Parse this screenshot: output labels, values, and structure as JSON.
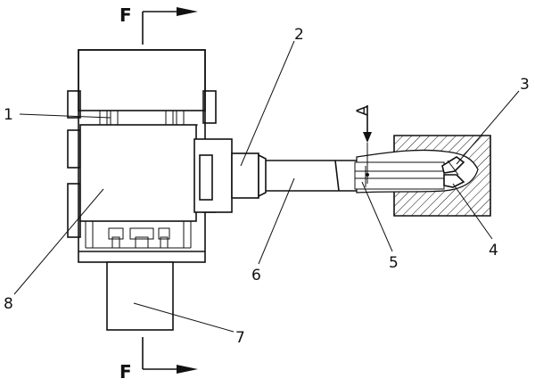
{
  "diagram": {
    "section_marks": {
      "top": "F",
      "bottom": "F",
      "side": "A"
    },
    "part_labels": {
      "p1": "1",
      "p2": "2",
      "p3": "3",
      "p4": "4",
      "p5": "5",
      "p6": "6",
      "p7": "7",
      "p8": "8"
    }
  }
}
